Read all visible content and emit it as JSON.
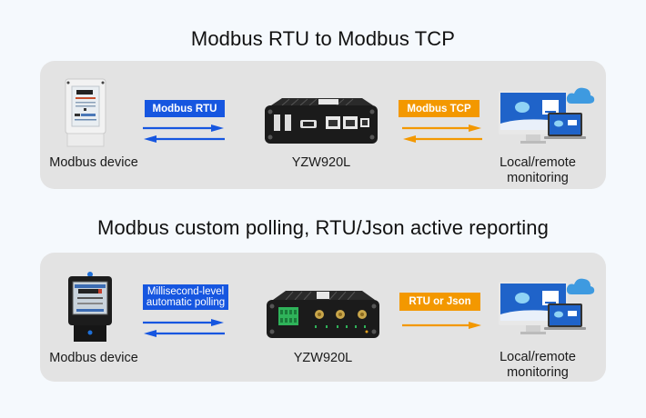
{
  "colors": {
    "blue": "#1656e0",
    "orange": "#f39800",
    "panel": "#e3e3e3",
    "background": "#f5f9fd"
  },
  "sections": [
    {
      "title": "Modbus RTU to Modbus TCP",
      "device": {
        "label": "Modbus device",
        "icon": "electric-meter-white-icon"
      },
      "left_link": {
        "label": "Modbus RTU",
        "direction": "bidirectional"
      },
      "gateway": {
        "label": "YZW920L",
        "icon": "gateway-front-ports-icon"
      },
      "right_link": {
        "label": "Modbus TCP",
        "direction": "bidirectional"
      },
      "monitor": {
        "label_line1": "Local/remote",
        "label_line2": "monitoring",
        "icon": "monitor-cloud-icon"
      }
    },
    {
      "title": "Modbus custom polling, RTU/Json active reporting",
      "device": {
        "label": "Modbus device",
        "icon": "electric-meter-black-icon"
      },
      "left_link": {
        "label_line1": "Millisecond-level",
        "label_line2": "automatic polling",
        "direction": "bidirectional"
      },
      "gateway": {
        "label": "YZW920L",
        "icon": "gateway-antenna-icon"
      },
      "right_link": {
        "label": "RTU or Json",
        "direction": "forward"
      },
      "monitor": {
        "label_line1": "Local/remote",
        "label_line2": "monitoring",
        "icon": "monitor-cloud-icon"
      }
    }
  ]
}
